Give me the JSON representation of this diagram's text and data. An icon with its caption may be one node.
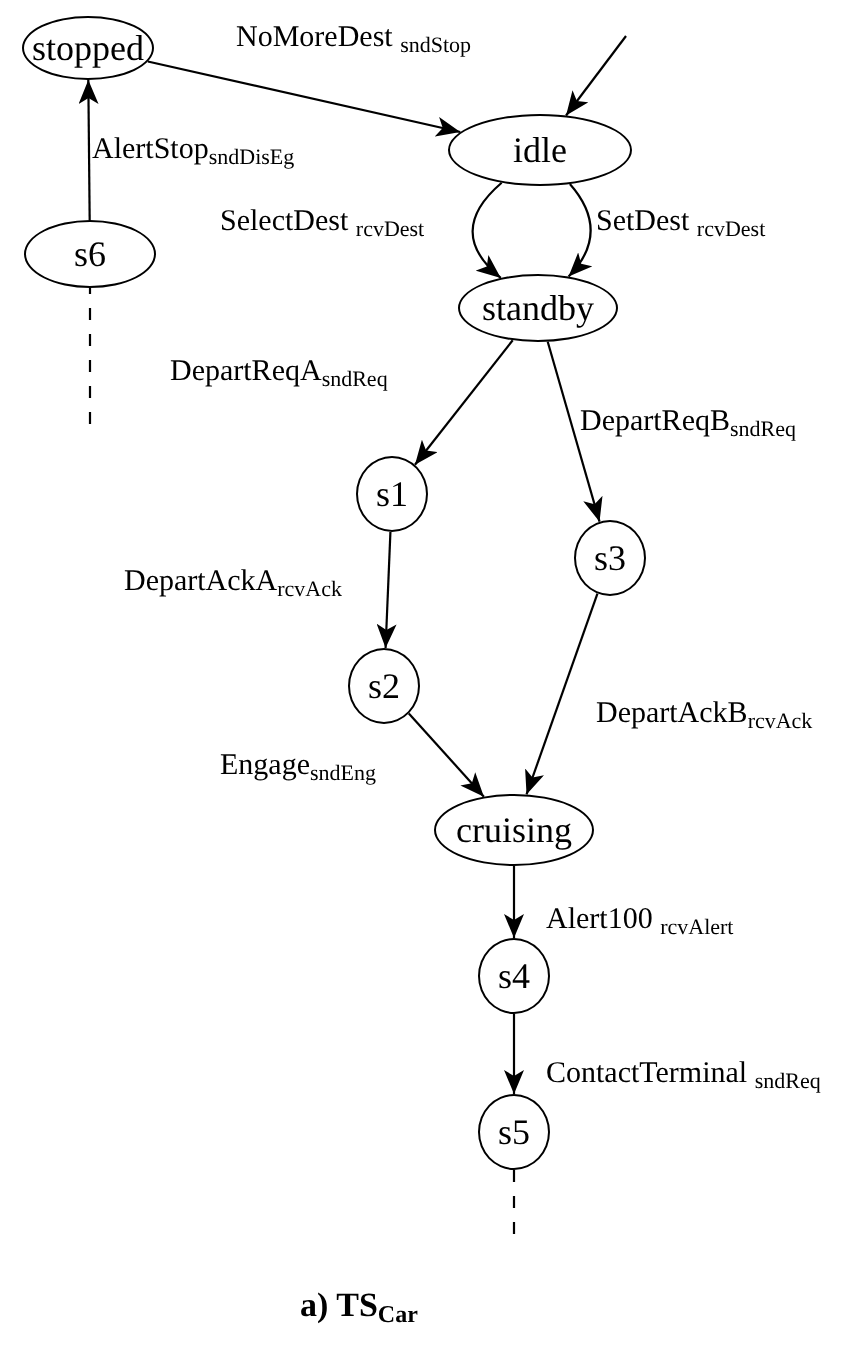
{
  "diagram": {
    "caption": "a) TS$_{Car}$",
    "nodes": [
      {
        "text": [
          "stopped"
        ]
      },
      {
        "text": [
          "idle"
        ]
      },
      {
        "text": [
          "s6"
        ]
      },
      {
        "text": [
          "standby"
        ]
      },
      {
        "text": [
          "s1"
        ]
      },
      {
        "text": [
          "s3"
        ]
      },
      {
        "text": [
          "s2"
        ]
      },
      {
        "text": [
          "cruising"
        ]
      },
      {
        "text": [
          "s4"
        ]
      },
      {
        "text": [
          "s5"
        ]
      }
    ],
    "edges": [
      {
        "from": 0,
        "to": 1,
        "arrow": "to",
        "label": "NoMoreDest $_{sndStop}$"
      },
      {
        "from": null,
        "to": 1,
        "arrow": "to"
      },
      {
        "from": 2,
        "to": 0,
        "arrow": "to",
        "label": "AlertStop$_{sndDisEg}$"
      },
      {
        "from": 1,
        "to": 3,
        "arrow": "to",
        "label": "SelectDest $_{rcvDest}$"
      },
      {
        "from": 1,
        "to": 3,
        "arrow": "to",
        "label": "SetDest $_{rcvDest}$"
      },
      {
        "from": null,
        "to": 2,
        "arrow": "none",
        "style": "dashed"
      },
      {
        "from": 3,
        "to": 4,
        "arrow": "to",
        "label": "DepartReqA$_{sndReq}$"
      },
      {
        "from": 3,
        "to": 5,
        "arrow": "to",
        "label": "DepartReqB$_{sndReq}$"
      },
      {
        "from": 4,
        "to": 6,
        "arrow": "to",
        "label": "DepartAckA$_{rcvAck}$"
      },
      {
        "from": 5,
        "to": 7,
        "arrow": "to",
        "label": "DepartAckB$_{rcvAck}$"
      },
      {
        "from": 6,
        "to": 7,
        "arrow": "to",
        "label": "Engage$_{sndEng}$"
      },
      {
        "from": 7,
        "to": 8,
        "arrow": "to",
        "label": "Alert100 $_{rcvAlert}$"
      },
      {
        "from": 8,
        "to": 9,
        "arrow": "to",
        "label": "ContactTerminal $_{sndReq}$"
      },
      {
        "from": 9,
        "to": null,
        "arrow": "none",
        "style": "dashed"
      }
    ]
  }
}
